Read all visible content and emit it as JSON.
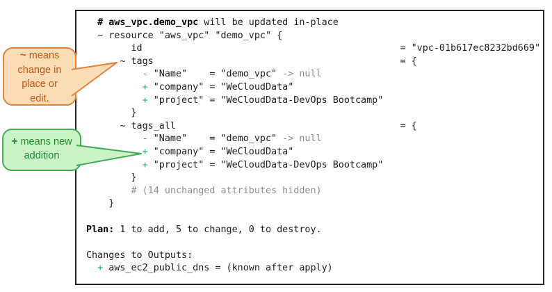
{
  "panel": {
    "description": "Terraform plan output panel"
  },
  "colors": {
    "terminal_text": "#1d1d1d",
    "minus_red": "#d45454",
    "plus_green": "#29a77a",
    "dim_gray": "#8f8f8f",
    "panel_border": "#242424",
    "callout_tilde_fill": "#fbdcb4",
    "callout_tilde_border": "#e2833c",
    "callout_tilde_text": "#c4571c",
    "callout_plus_fill": "#cbf3c9",
    "callout_plus_border": "#44aa57",
    "callout_plus_text": "#1e8f26"
  },
  "callouts": {
    "tilde": {
      "lines": [
        [
          {
            "t": "~",
            "s": "cbold"
          },
          {
            "t": " means",
            "s": "c"
          }
        ],
        [
          {
            "t": "change in",
            "s": "c"
          }
        ],
        [
          {
            "t": "place or",
            "s": "c"
          }
        ],
        [
          {
            "t": "edit.",
            "s": "c"
          }
        ]
      ]
    },
    "plus": {
      "lines": [
        [
          {
            "t": "+",
            "s": "cbold"
          },
          {
            "t": " means new",
            "s": "c"
          }
        ],
        [
          {
            "t": "addition",
            "s": "c"
          }
        ]
      ]
    }
  },
  "terminal": {
    "lines": [
      [
        {
          "t": "  ",
          "s": "p"
        },
        {
          "t": "# aws_vpc.demo_vpc",
          "s": "b"
        },
        {
          "t": " will be updated in-place",
          "s": "p"
        }
      ],
      [
        {
          "t": "  ~ resource \"aws_vpc\" \"demo_vpc\" {",
          "s": "p"
        }
      ],
      [
        {
          "t": "        id                                              = \"vpc-01b617ec8232bd669\"",
          "s": "p"
        }
      ],
      [
        {
          "t": "      ~ tags                                            = {",
          "s": "p"
        }
      ],
      [
        {
          "t": "          ",
          "s": "p"
        },
        {
          "t": "-",
          "s": "m"
        },
        {
          "t": " \"Name\"    = \"demo_vpc\" ",
          "s": "p"
        },
        {
          "t": "-> null",
          "s": "d"
        }
      ],
      [
        {
          "t": "          ",
          "s": "p"
        },
        {
          "t": "+",
          "s": "g"
        },
        {
          "t": " \"company\" = \"WeCloudData\"",
          "s": "p"
        }
      ],
      [
        {
          "t": "          ",
          "s": "p"
        },
        {
          "t": "+",
          "s": "g"
        },
        {
          "t": " \"project\" = \"WeCloudData-DevOps Bootcamp\"",
          "s": "p"
        }
      ],
      [
        {
          "t": "        }",
          "s": "p"
        }
      ],
      [
        {
          "t": "      ~ tags_all                                        = {",
          "s": "p"
        }
      ],
      [
        {
          "t": "          ",
          "s": "p"
        },
        {
          "t": "-",
          "s": "m"
        },
        {
          "t": " \"Name\"    = \"demo_vpc\" ",
          "s": "p"
        },
        {
          "t": "-> null",
          "s": "d"
        }
      ],
      [
        {
          "t": "          ",
          "s": "p"
        },
        {
          "t": "+",
          "s": "g"
        },
        {
          "t": " \"company\" = \"WeCloudData\"",
          "s": "p"
        }
      ],
      [
        {
          "t": "          ",
          "s": "p"
        },
        {
          "t": "+",
          "s": "g"
        },
        {
          "t": " \"project\" = \"WeCloudData-DevOps Bootcamp\"",
          "s": "p"
        }
      ],
      [
        {
          "t": "        }",
          "s": "p"
        }
      ],
      [
        {
          "t": "        ",
          "s": "p"
        },
        {
          "t": "# (14 unchanged attributes hidden)",
          "s": "d"
        }
      ],
      [
        {
          "t": "    }",
          "s": "p"
        }
      ],
      [],
      [
        {
          "t": "Plan:",
          "s": "b"
        },
        {
          "t": " 1 to add, 5 to change, 0 to destroy.",
          "s": "p"
        }
      ],
      [],
      [
        {
          "t": "Changes to Outputs:",
          "s": "p"
        }
      ],
      [
        {
          "t": "  ",
          "s": "p"
        },
        {
          "t": "+",
          "s": "g"
        },
        {
          "t": " aws_ec2_public_dns = (known after apply)",
          "s": "p"
        }
      ]
    ]
  }
}
